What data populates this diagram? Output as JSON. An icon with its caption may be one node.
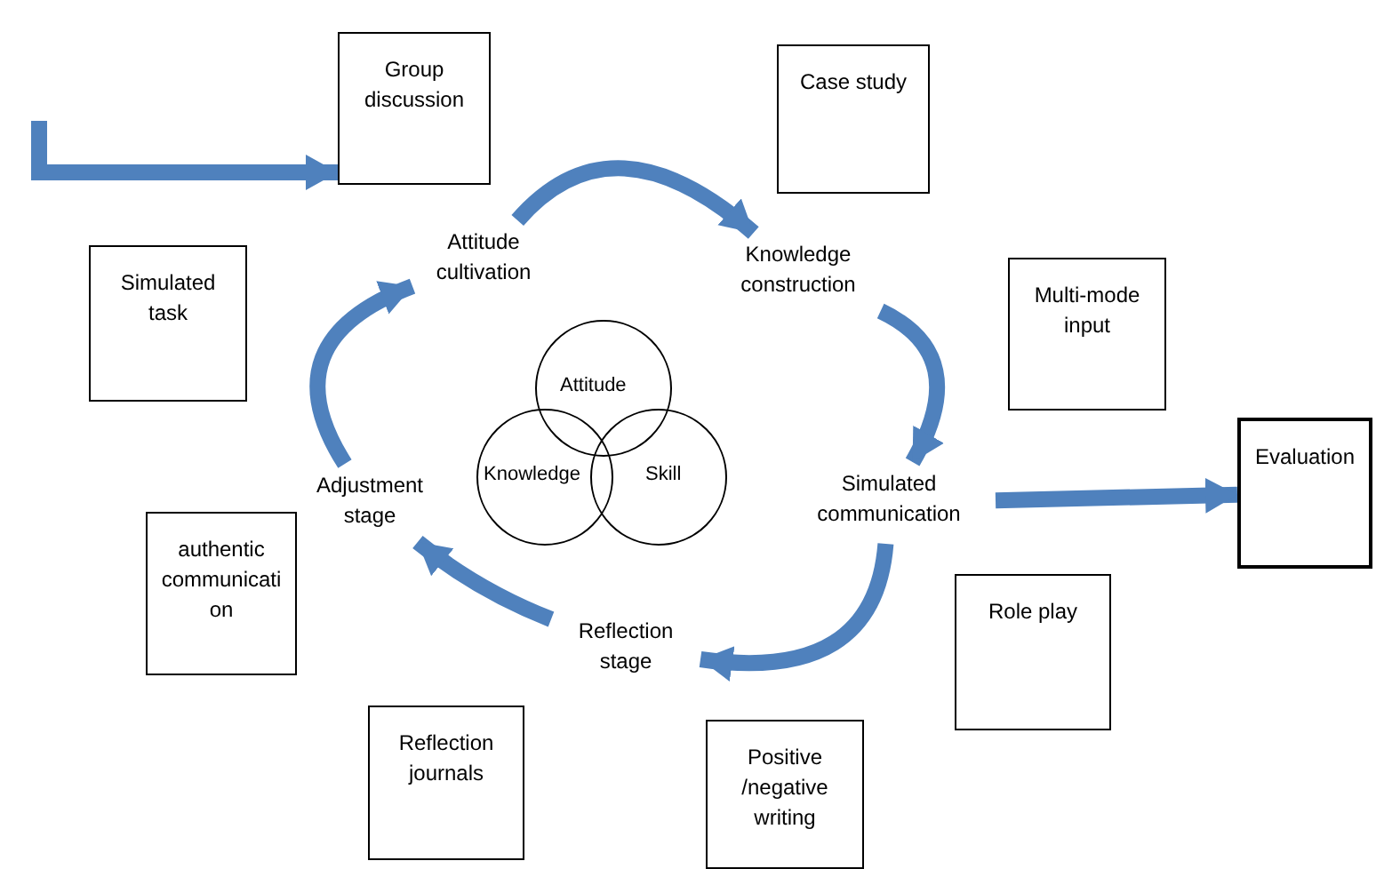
{
  "diagram": {
    "nodes": [
      {
        "text": [
          "Group discussion"
        ]
      },
      {
        "text": [
          "Case study"
        ]
      },
      {
        "text": [
          "Simulated task"
        ]
      },
      {
        "text": [
          "Multi-mode input"
        ]
      },
      {
        "text": [
          "Evaluation"
        ]
      },
      {
        "text": [
          "authentic communication"
        ]
      },
      {
        "text": [
          "Role play"
        ]
      },
      {
        "text": [
          "Reflection journals"
        ]
      },
      {
        "text": [
          "Positive /negative writing"
        ]
      },
      {
        "text": [
          "Attitude cultivation"
        ]
      },
      {
        "text": [
          "Knowledge construction"
        ]
      },
      {
        "text": [
          "Simulated communication"
        ]
      },
      {
        "text": [
          "Reflection stage"
        ]
      },
      {
        "text": [
          "Adjustment stage"
        ]
      },
      {
        "text": [
          "Attitude"
        ]
      },
      {
        "text": [
          "Knowledge"
        ]
      },
      {
        "text": [
          "Skill"
        ]
      }
    ],
    "edges": [
      {
        "from": null,
        "to": 0,
        "arrow": "to"
      },
      {
        "from": 9,
        "to": 10,
        "arrow": "to"
      },
      {
        "from": 10,
        "to": 11,
        "arrow": "to"
      },
      {
        "from": 11,
        "to": 12,
        "arrow": "to"
      },
      {
        "from": 12,
        "to": 13,
        "arrow": "to"
      },
      {
        "from": 13,
        "to": 9,
        "arrow": "to"
      },
      {
        "from": 11,
        "to": 4,
        "arrow": "to"
      }
    ]
  }
}
